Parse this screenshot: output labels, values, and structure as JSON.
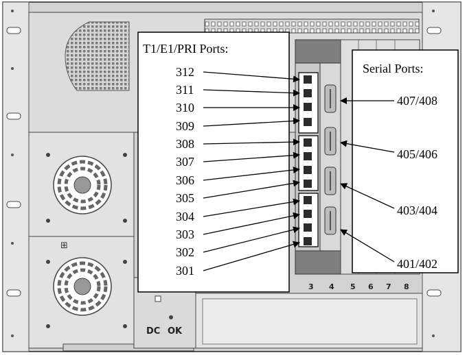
{
  "callouts": {
    "t1_title": "T1/E1/PRI Ports:",
    "serial_title": "Serial Ports:",
    "t1_ports": [
      "312",
      "311",
      "310",
      "309",
      "308",
      "307",
      "306",
      "305",
      "304",
      "303",
      "302",
      "301"
    ],
    "serial_ports": [
      "407/408",
      "405/406",
      "403/404",
      "401/402"
    ]
  },
  "chassis": {
    "slot_numbers": [
      "3",
      "4",
      "5",
      "6",
      "7",
      "8"
    ],
    "power_labels": [
      "DC",
      "OK"
    ]
  },
  "colors": {
    "chassis_light": "#e4e4e4",
    "chassis_mid": "#c8c8c8",
    "chassis_dark": "#8a8a8a",
    "outline": "#000000",
    "callout_bg": "#ffffff"
  }
}
